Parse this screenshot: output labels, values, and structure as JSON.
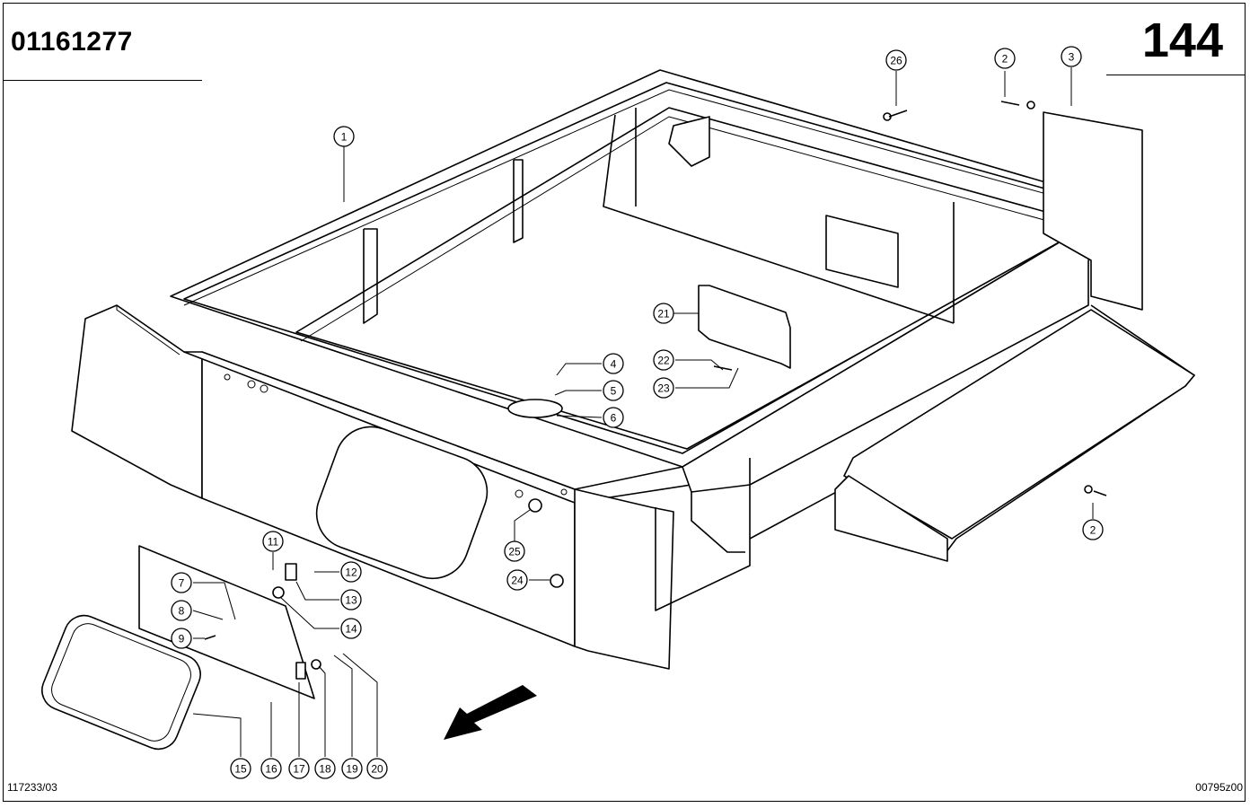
{
  "header": {
    "part_number": "01161277",
    "page_number": "144"
  },
  "footer": {
    "left_code": "117233/03",
    "right_code": "00795z00"
  },
  "callouts": [
    "1",
    "2",
    "2",
    "3",
    "4",
    "5",
    "6",
    "7",
    "8",
    "9",
    "11",
    "12",
    "13",
    "14",
    "15",
    "16",
    "17",
    "18",
    "19",
    "20",
    "21",
    "22",
    "23",
    "24",
    "25",
    "26"
  ]
}
